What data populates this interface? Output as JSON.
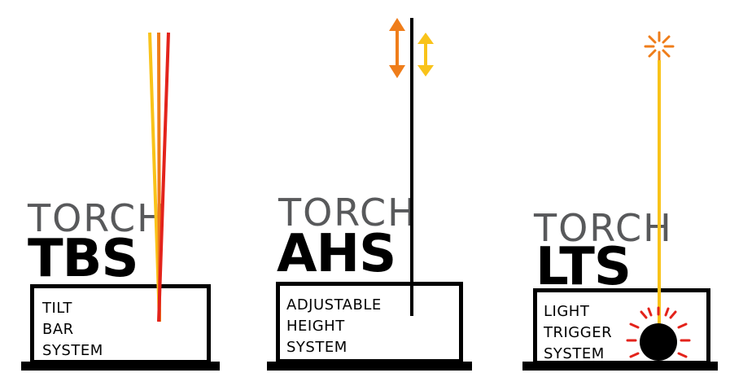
{
  "products": [
    {
      "brand": "TORCH",
      "code": "TBS",
      "description": [
        "TILT",
        "BAR",
        "SYSTEM"
      ]
    },
    {
      "brand": "TORCH",
      "code": "AHS",
      "description": [
        "ADJUSTABLE",
        "HEIGHT",
        "SYSTEM"
      ]
    },
    {
      "brand": "TORCH",
      "code": "LTS",
      "description": [
        "LIGHT",
        "TRIGGER",
        "SYSTEM"
      ]
    }
  ],
  "colors": {
    "yellow": "#f9c31a",
    "orange": "#ef7d1a",
    "red": "#e3231b",
    "black": "#000000",
    "gray": "#58595b"
  },
  "icons": [
    "tilt-bars",
    "height-arrows",
    "light-burst",
    "trigger-ball"
  ]
}
